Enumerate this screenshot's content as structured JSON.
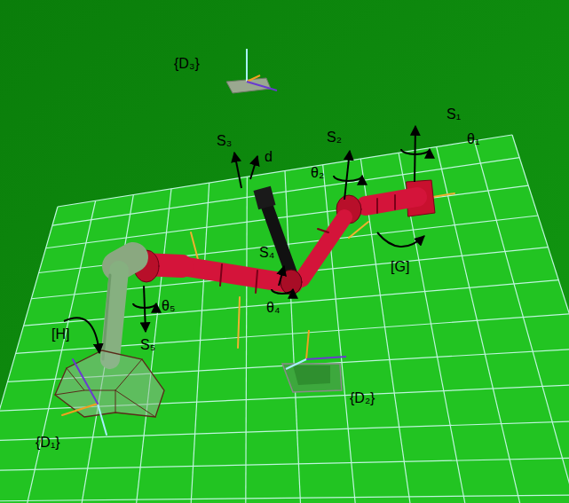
{
  "diagram": {
    "labels": [
      "{D₃}",
      "S₃",
      "d",
      "S₂",
      "θ₂",
      "S₁",
      "θ₁",
      "S₄",
      "θ₄",
      "[G]",
      "[H]",
      "S₅",
      "θ₅",
      "{D₁}",
      "{D₂}"
    ]
  }
}
